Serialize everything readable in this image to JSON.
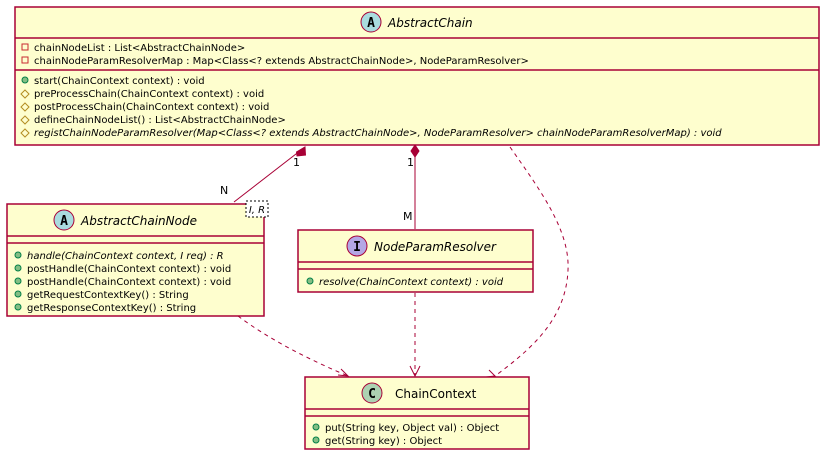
{
  "classes": {
    "abstract_chain": {
      "stereotype": "A",
      "name": "AbstractChain",
      "fields": [
        {
          "vis": "private",
          "text": "chainNodeList : List<AbstractChainNode>"
        },
        {
          "vis": "private",
          "text": "chainNodeParamResolverMap : Map<Class<? extends AbstractChainNode>, NodeParamResolver>"
        }
      ],
      "methods": [
        {
          "vis": "public",
          "text": "start(ChainContext context) : void"
        },
        {
          "vis": "protected",
          "text": "preProcessChain(ChainContext context) : void"
        },
        {
          "vis": "protected",
          "text": "postProcessChain(ChainContext context) : void"
        },
        {
          "vis": "protected",
          "text": "defineChainNodeList() : List<AbstractChainNode>"
        },
        {
          "vis": "protected",
          "text": "registChainNodeParamResolver(Map<Class<? extends AbstractChainNode>, NodeParamResolver> chainNodeParamResolverMap) : void"
        }
      ]
    },
    "abstract_chain_node": {
      "stereotype": "A",
      "name": "AbstractChainNode",
      "generics": "I, R",
      "methods": [
        {
          "vis": "public",
          "text": "handle(ChainContext context, I req) : R"
        },
        {
          "vis": "public",
          "text": "postHandle(ChainContext context) : void"
        },
        {
          "vis": "public",
          "text": "postHandle(ChainContext context) : void"
        },
        {
          "vis": "public",
          "text": "getRequestContextKey() : String"
        },
        {
          "vis": "public",
          "text": "getResponseContextKey() : String"
        }
      ]
    },
    "node_param_resolver": {
      "stereotype": "I",
      "name": "NodeParamResolver",
      "methods": [
        {
          "vis": "public",
          "text": "resolve(ChainContext context) : void"
        }
      ]
    },
    "chain_context": {
      "stereotype": "C",
      "name": "ChainContext",
      "methods": [
        {
          "vis": "public",
          "text": "put(String key, Object val) : Object"
        },
        {
          "vis": "public",
          "text": "get(String key) : Object"
        }
      ]
    }
  },
  "relations": {
    "chain_to_node": {
      "source_mult": "1",
      "target_mult": "N"
    },
    "chain_to_resolver": {
      "source_mult": "1",
      "target_mult": "M"
    }
  },
  "colors": {
    "box_fill": "#FEFECE",
    "border": "#A80036",
    "abstract_circle": "#A9DCDF",
    "interface_circle": "#B4A7E5",
    "class_circle": "#ADD1B2",
    "public_fill": "#84BE84",
    "public_stroke": "#038048",
    "protected_stroke": "#B38D22",
    "private_stroke": "#C82930"
  }
}
